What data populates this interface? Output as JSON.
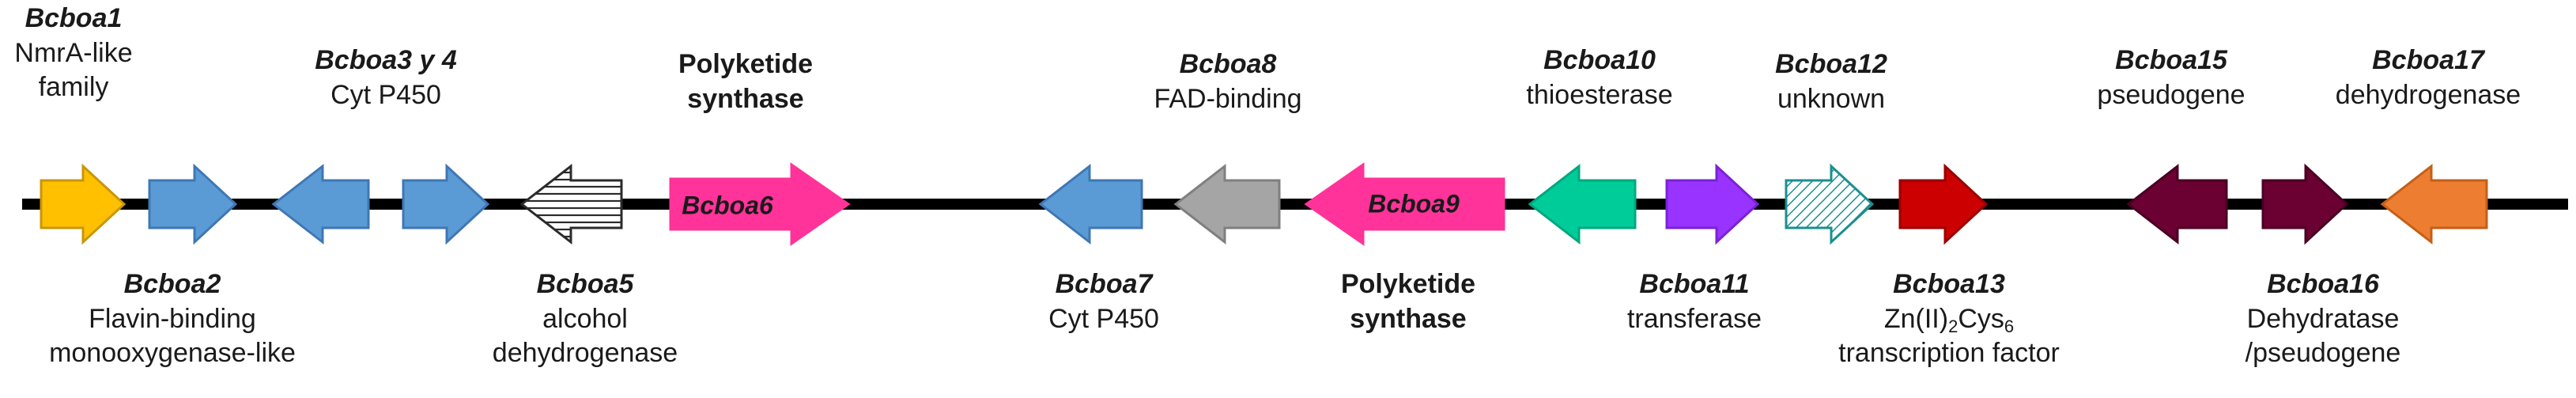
{
  "diagram": {
    "colors": {
      "backbone": "#000000",
      "outline_yellow": "#c8960a",
      "outline_blue": "#3f77b4",
      "outline_dark": "#2b2b2b"
    },
    "genes": [
      {
        "id": "g1",
        "name": "Bcboa1",
        "direction": "right",
        "fill": "#ffc000",
        "stroke": "#c8960a",
        "pattern": "none"
      },
      {
        "id": "g2",
        "name": "Bcboa2",
        "direction": "right",
        "fill": "#5b9bd5",
        "stroke": "#3f77b4",
        "pattern": "none"
      },
      {
        "id": "g3",
        "name": "Bcboa3",
        "direction": "left",
        "fill": "#5b9bd5",
        "stroke": "#3f77b4",
        "pattern": "none"
      },
      {
        "id": "g4",
        "name": "Bcboa4",
        "direction": "right",
        "fill": "#5b9bd5",
        "stroke": "#3f77b4",
        "pattern": "none"
      },
      {
        "id": "g5",
        "name": "Bcboa5",
        "direction": "left",
        "fill": "#ffffff",
        "stroke": "#2b2b2b",
        "pattern": "horizontal-lines"
      },
      {
        "id": "g6",
        "name": "Bcboa6",
        "direction": "right",
        "fill": "#ff3399",
        "stroke": "#ff3399",
        "pattern": "none",
        "inline_label": "Bcboa6"
      },
      {
        "id": "g7",
        "name": "Bcboa7",
        "direction": "left",
        "fill": "#5b9bd5",
        "stroke": "#3f77b4",
        "pattern": "none"
      },
      {
        "id": "g8",
        "name": "Bcboa8",
        "direction": "left",
        "fill": "#a5a5a5",
        "stroke": "#7f7f7f",
        "pattern": "none"
      },
      {
        "id": "g9",
        "name": "Bcboa9",
        "direction": "left",
        "fill": "#ff3399",
        "stroke": "#ff3399",
        "pattern": "none",
        "inline_label": "Bcboa9"
      },
      {
        "id": "g10",
        "name": "Bcboa10",
        "direction": "left",
        "fill": "#00cc99",
        "stroke": "#00a87e",
        "pattern": "none"
      },
      {
        "id": "g11",
        "name": "Bcboa11",
        "direction": "right",
        "fill": "#9933ff",
        "stroke": "#7a22d6",
        "pattern": "none"
      },
      {
        "id": "g12",
        "name": "Bcboa12",
        "direction": "right",
        "fill": "#ffffff",
        "stroke": "#1a8f8f",
        "pattern": "diagonal-lines"
      },
      {
        "id": "g13",
        "name": "Bcboa13",
        "direction": "right",
        "fill": "#cc0000",
        "stroke": "#990000",
        "pattern": "none"
      },
      {
        "id": "g15",
        "name": "Bcboa15",
        "direction": "left",
        "fill": "#6b0033",
        "stroke": "#4a0022",
        "pattern": "none"
      },
      {
        "id": "g16",
        "name": "Bcboa16",
        "direction": "right",
        "fill": "#6b0033",
        "stroke": "#4a0022",
        "pattern": "none"
      },
      {
        "id": "g17",
        "name": "Bcboa17",
        "direction": "left",
        "fill": "#ed7d31",
        "stroke": "#c45f17",
        "pattern": "none"
      }
    ],
    "labels_top": [
      {
        "id": "t1",
        "name": "Bcboa1",
        "function_lines": [
          "NmrA-like",
          "family"
        ]
      },
      {
        "id": "t34",
        "name": "Bcboa3 y 4",
        "function_lines": [
          "Cyt P450"
        ]
      },
      {
        "id": "tpks1",
        "name": "Polyketide",
        "name_line2": "synthase",
        "function_lines": []
      },
      {
        "id": "t8",
        "name": "Bcboa8",
        "function_lines": [
          "FAD-binding"
        ]
      },
      {
        "id": "t10",
        "name": "Bcboa10",
        "function_lines": [
          "thioesterase"
        ]
      },
      {
        "id": "t12",
        "name": "Bcboa12",
        "function_lines": [
          "unknown"
        ]
      },
      {
        "id": "t15",
        "name": "Bcboa15",
        "function_lines": [
          "pseudogene"
        ]
      },
      {
        "id": "t17",
        "name": "Bcboa17",
        "function_lines": [
          "dehydrogenase"
        ]
      }
    ],
    "labels_bottom": [
      {
        "id": "b2",
        "name": "Bcboa2",
        "function_lines": [
          "Flavin-binding",
          "monooxygenase-like"
        ]
      },
      {
        "id": "b5",
        "name": "Bcboa5",
        "function_lines": [
          "alcohol",
          "dehydrogenase"
        ]
      },
      {
        "id": "b7",
        "name": "Bcboa7",
        "function_lines": [
          "Cyt P450"
        ]
      },
      {
        "id": "bpks2",
        "name": "Polyketide",
        "name_line2": "synthase",
        "function_lines": []
      },
      {
        "id": "b11",
        "name": "Bcboa11",
        "function_lines": [
          "transferase"
        ]
      },
      {
        "id": "b13",
        "name": "Bcboa13",
        "function_main": "Zn(II)",
        "sub1": "2",
        "function_mid": "Cys",
        "sub2": "6",
        "function_lines": [
          "transcription factor"
        ]
      },
      {
        "id": "b16",
        "name": "Bcboa16",
        "function_lines": [
          "Dehydratase",
          "/pseudogene"
        ]
      }
    ]
  }
}
